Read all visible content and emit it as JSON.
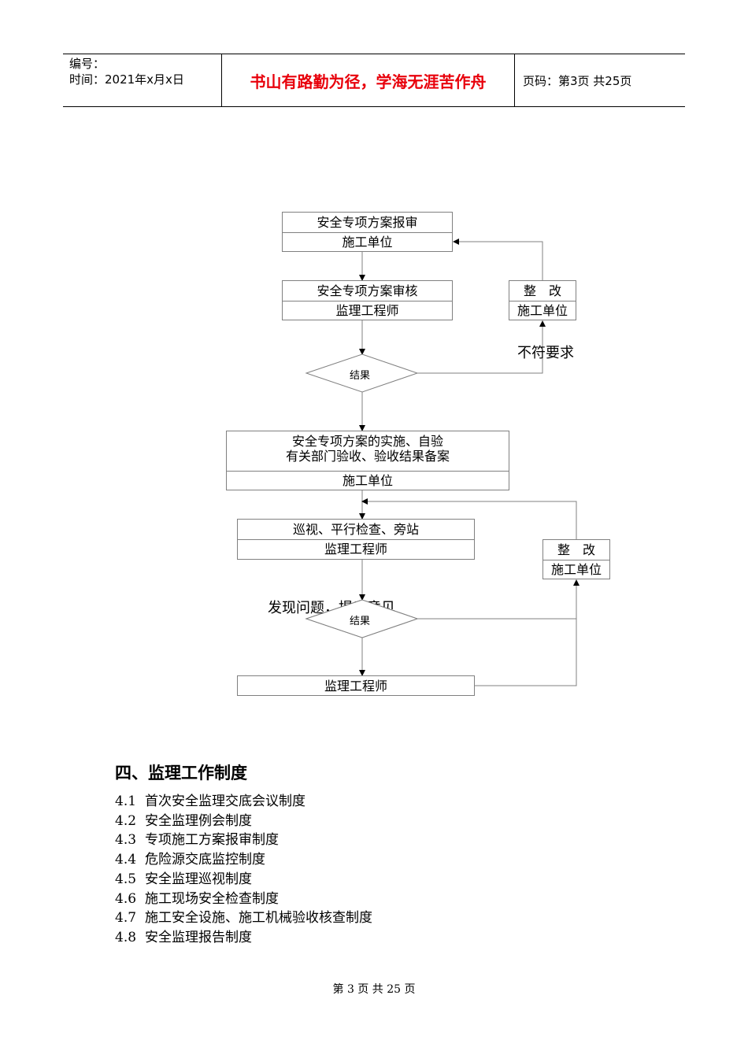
{
  "header": {
    "number_label": "编号：",
    "time_label": "时间：2021年x月x日",
    "motto": "书山有路勤为径，学海无涯苦作舟",
    "page_info": "页码：第3页  共25页"
  },
  "flowchart": {
    "box1": {
      "title": "安全专项方案报审",
      "unit": "施工单位"
    },
    "box2": {
      "title": "安全专项方案审核",
      "unit": "监理工程师"
    },
    "fix1": {
      "title": "整　改",
      "unit": "施工单位"
    },
    "not_meet": "不符要求",
    "diamond1": "结果",
    "box3": {
      "line1": "安全专项方案的实施、自验",
      "line2": "有关部门验收、验收结果备案",
      "unit": "施工单位"
    },
    "box4": {
      "title": "巡视、平行检查、旁站",
      "unit": "监理工程师"
    },
    "fix2": {
      "title": "整　改",
      "unit": "施工单位"
    },
    "issue_text": "发现问题，提出意见",
    "diamond2": "结果",
    "box5": {
      "unit": "监理工程师"
    }
  },
  "section": {
    "title": "四、监理工作制度",
    "items": [
      {
        "num": "4.1",
        "text": "首次安全监理交底会议制度"
      },
      {
        "num": "4.2",
        "text": "安全监理例会制度"
      },
      {
        "num": "4.3",
        "text": "专项施工方案报审制度"
      },
      {
        "num": "4.4",
        "text": "危险源交底监控制度"
      },
      {
        "num": "4.5",
        "text": "安全监理巡视制度"
      },
      {
        "num": "4.6",
        "text": "施工现场安全检查制度"
      },
      {
        "num": "4.7",
        "text": "施工安全设施、施工机械验收核查制度"
      },
      {
        "num": "4.8",
        "text": "安全监理报告制度"
      }
    ]
  },
  "footer": {
    "text": "第 3 页 共 25 页"
  }
}
